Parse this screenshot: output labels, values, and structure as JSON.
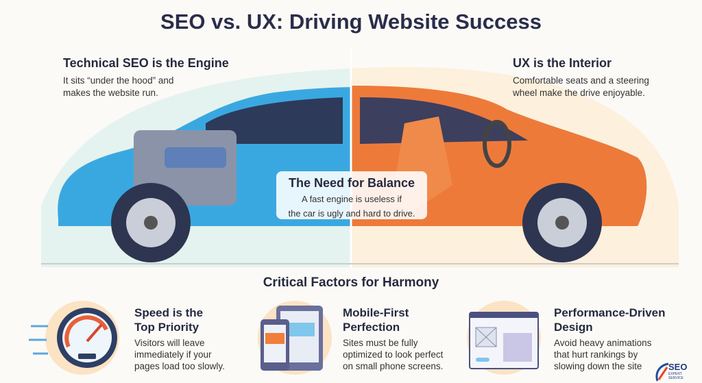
{
  "title": "SEO vs. UX: Driving Website Success",
  "left": {
    "heading": "Technical SEO is the Engine",
    "text_lines": [
      "It sits “under the hood” and",
      "makes the website run."
    ]
  },
  "right": {
    "heading": "UX is the Interior",
    "text_lines": [
      "Comfortable seats and a steering",
      "wheel make the drive enjoyable."
    ]
  },
  "center": {
    "heading": "The Need for Balance",
    "text_lines": [
      "A fast engine is useless if",
      "the car is ugly and hard to drive."
    ]
  },
  "factors_title": "Critical Factors for Harmony",
  "factors": [
    {
      "icon": "speedometer-icon",
      "title_lines": [
        "Speed is the",
        "Top Priority"
      ],
      "text_lines": [
        "Visitors will leave",
        "immediately if your",
        "pages load too slowly."
      ]
    },
    {
      "icon": "mobile-devices-icon",
      "title_lines": [
        "Mobile-First",
        "Perfection"
      ],
      "text_lines": [
        "Sites must be fully",
        "optimized to look perfect",
        "on small phone screens."
      ]
    },
    {
      "icon": "browser-wireframe-icon",
      "title_lines": [
        "Performance-Driven",
        "Design"
      ],
      "text_lines": [
        "Avoid heavy animations",
        "that hurt rankings by",
        "slowing down the site"
      ]
    }
  ],
  "logo": {
    "text": "SEO",
    "subtext": "EXPERT SERVICE"
  },
  "colors": {
    "seo_blue": "#3aa8e0",
    "ux_orange": "#ee7a3a",
    "text": "#262a3f"
  }
}
